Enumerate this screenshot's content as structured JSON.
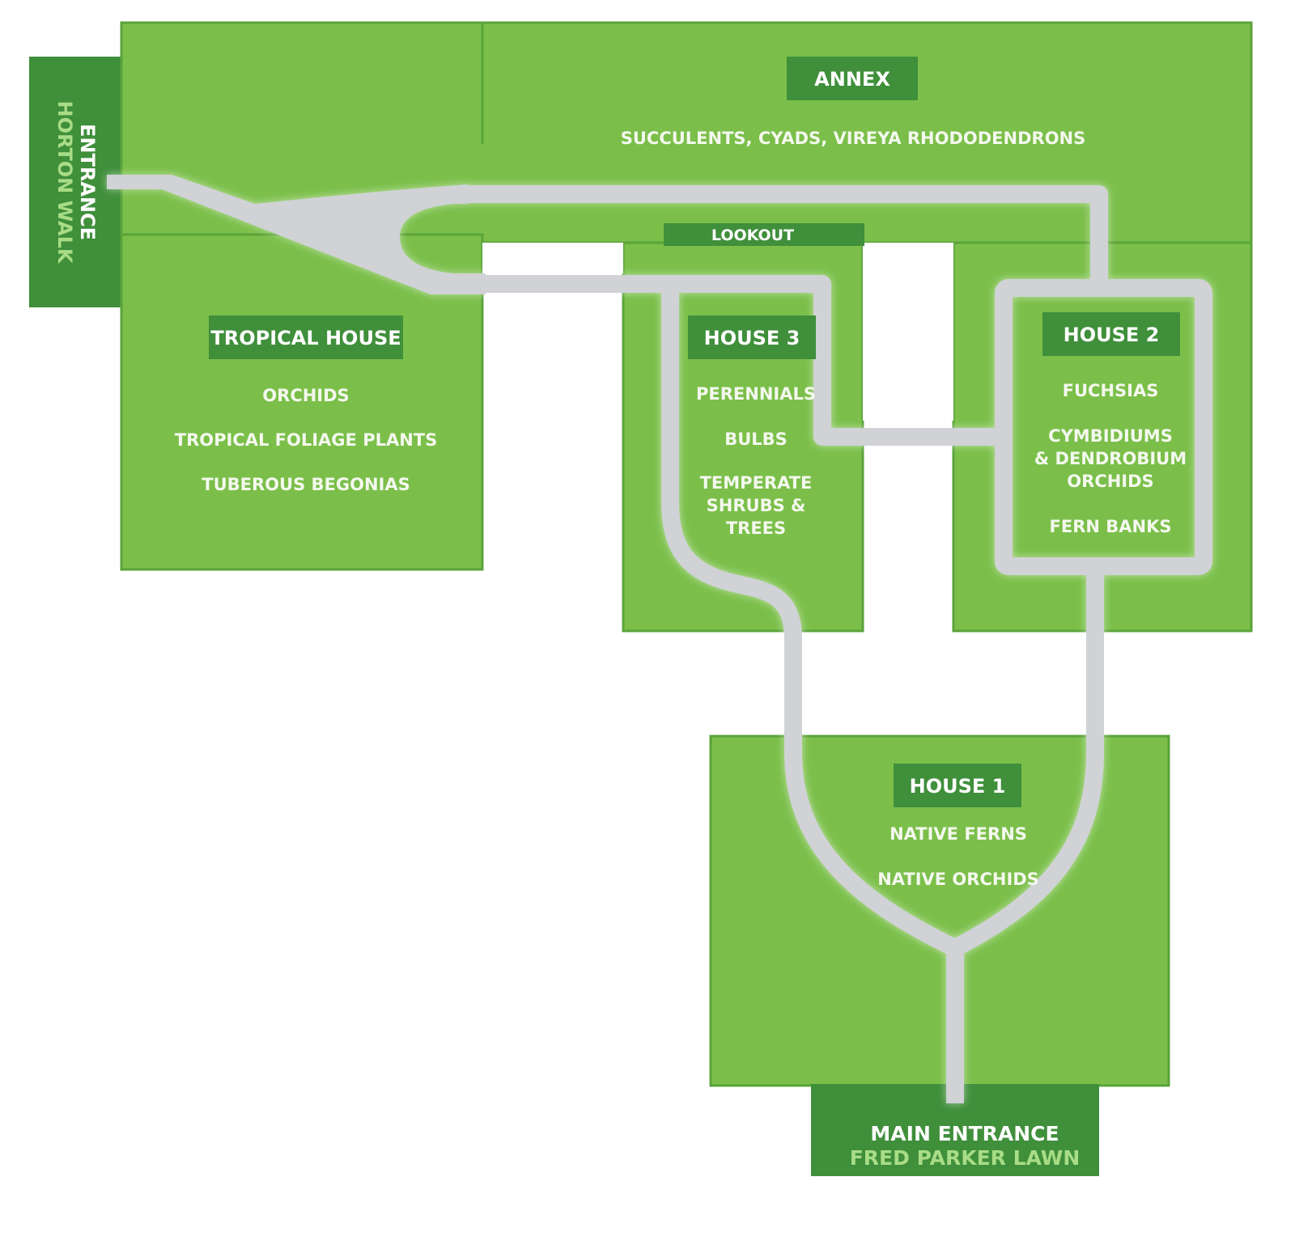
{
  "colors": {
    "building": "#7bbf4a",
    "entrance": "#3f8f3b",
    "path": "#d0d2d6",
    "plant_text": "#f4f8ee",
    "subtext": "#a9dc86"
  },
  "buildings": {
    "annex": {
      "title": "ANNEX",
      "plants": [
        "SUCCULENTS, CYADS, VIREYA RHODODENDRONS"
      ]
    },
    "lookout": {
      "title": "LOOKOUT"
    },
    "tropical_house": {
      "title": "TROPICAL HOUSE",
      "plants": [
        "ORCHIDS",
        "TROPICAL FOLIAGE PLANTS",
        "TUBEROUS BEGONIAS"
      ]
    },
    "house3": {
      "title": "HOUSE 3",
      "plants": [
        "PERENNIALS",
        "BULBS",
        "TEMPERATE",
        "SHRUBS &",
        "TREES"
      ]
    },
    "house2": {
      "title": "HOUSE 2",
      "plants": [
        "FUCHSIAS",
        "CYMBIDIUMS",
        "& DENDROBIUM",
        "ORCHIDS",
        "FERN BANKS"
      ]
    },
    "house1": {
      "title": "HOUSE 1",
      "plants": [
        "NATIVE FERNS",
        "NATIVE ORCHIDS"
      ]
    }
  },
  "entrances": {
    "side": {
      "title": "ENTRANCE",
      "subtitle": "HORTON WALK"
    },
    "main": {
      "title": "MAIN ENTRANCE",
      "subtitle": "FRED PARKER LAWN"
    }
  }
}
